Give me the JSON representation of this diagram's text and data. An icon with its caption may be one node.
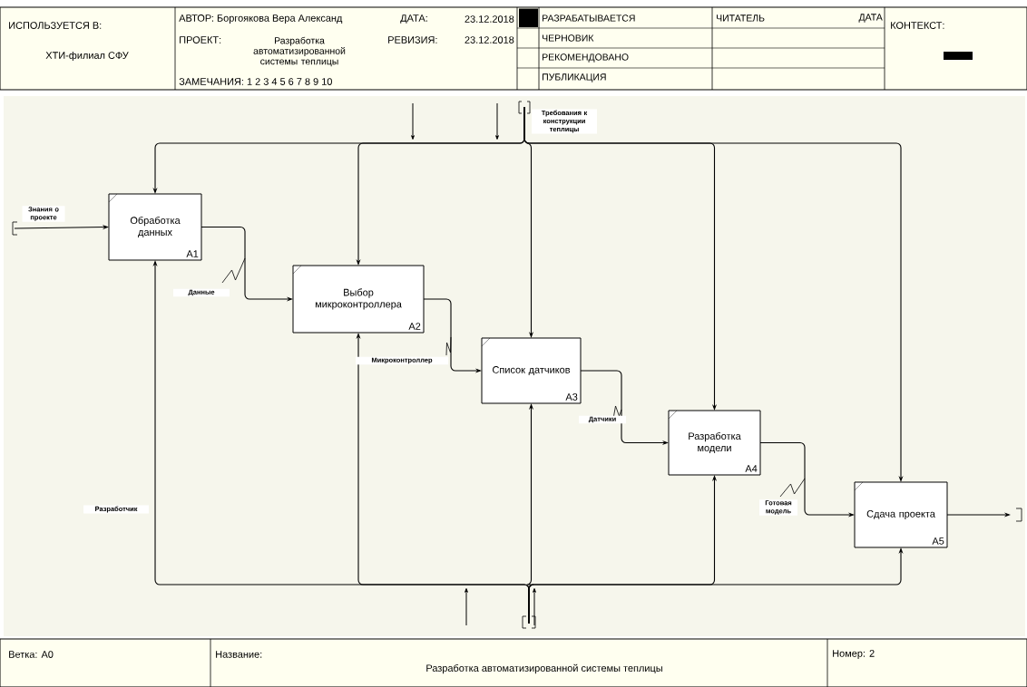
{
  "diagram": {
    "nodes": [
      {
        "text": [
          "Обработка данных",
          "A1"
        ]
      },
      {
        "text": [
          "Выбор микроконтроллера",
          "A2"
        ]
      },
      {
        "text": [
          "Список датчиков",
          "A3"
        ]
      },
      {
        "text": [
          "Разработка модели",
          "A4"
        ]
      },
      {
        "text": [
          "Сдача проекта",
          "A5"
        ]
      }
    ],
    "edges": [
      {
        "from": null,
        "to": 0,
        "arrow": "to",
        "label": "Знания о проекте"
      },
      {
        "from": 0,
        "to": 1,
        "arrow": "to",
        "label": "Данные"
      },
      {
        "from": 1,
        "to": 2,
        "arrow": "to",
        "label": "Микроконтроллер"
      },
      {
        "from": 2,
        "to": 3,
        "arrow": "to",
        "label": "Датчики"
      },
      {
        "from": 3,
        "to": 4,
        "arrow": "to",
        "label": "Готовая модель"
      },
      {
        "from": 4,
        "to": null,
        "arrow": "to"
      },
      {
        "from": null,
        "to": 0,
        "arrow": "to"
      },
      {
        "from": null,
        "to": 1,
        "arrow": "to"
      },
      {
        "from": null,
        "to": 2,
        "arrow": "to",
        "label": "Требования к конструкции теплицы"
      },
      {
        "from": null,
        "to": 3,
        "arrow": "to"
      },
      {
        "from": null,
        "to": 4,
        "arrow": "to"
      },
      {
        "from": null,
        "to": 0,
        "arrow": "to",
        "label": "Разработчик"
      },
      {
        "from": null,
        "to": 1,
        "arrow": "to"
      },
      {
        "from": null,
        "to": 2,
        "arrow": "to"
      },
      {
        "from": null,
        "to": 3,
        "arrow": "to"
      },
      {
        "from": null,
        "to": 4,
        "arrow": "to"
      }
    ],
    "labels": [
      "ИСПОЛЬЗУЕТСЯ В:",
      "ХТИ-филиал СФУ",
      "АВТОР: Боргоякова Вера Александ",
      "ДАТА:",
      "23.12.2018",
      "ПРОЕКТ:",
      "Разработка автоматизированной системы теплицы",
      "РЕВИЗИЯ:",
      "23.12.2018",
      "ЗАМЕЧАНИЯ: 1 2 3 4 5 6 7 8 9 10",
      "РАЗРАБАТЫВАЕТСЯ",
      "ЧЕРНОВИК",
      "РЕКОМЕНДОВАНО",
      "ПУБЛИКАЦИЯ",
      "ЧИТАТЕЛЬ",
      "ДАТА",
      "КОНТЕКСТ:",
      "Ветка: А0",
      "Название:",
      "Разработка автоматизированной системы теплицы",
      "Номер: 2"
    ]
  }
}
